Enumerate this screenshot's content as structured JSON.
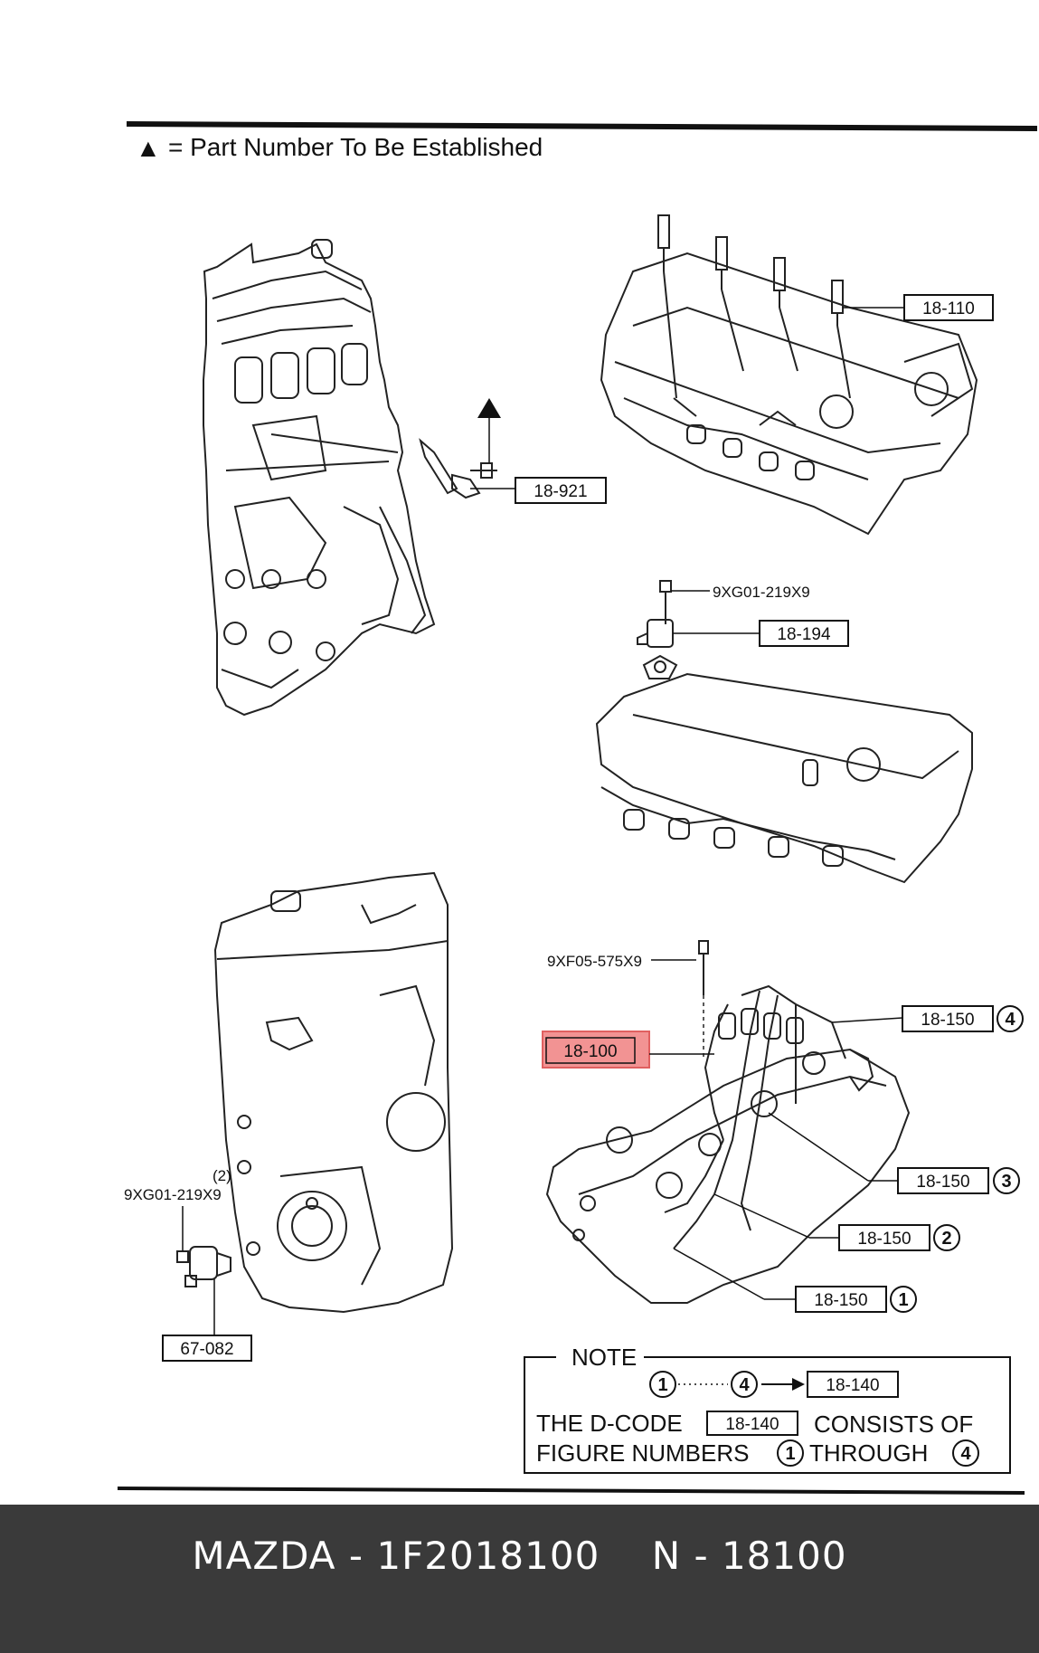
{
  "legend": {
    "symbol": "▲",
    "text": "= Part Number To Be Established"
  },
  "callouts": {
    "c18110": "18-110",
    "c18921": "18-921",
    "c18194": "18-194",
    "p9xg01_top": "9XG01-219X9",
    "p9xf05": "9XF05-575X9",
    "c18100": "18-100",
    "c18150_4": "18-150",
    "c18150_3": "18-150",
    "c18150_2": "18-150",
    "c18150_1": "18-150",
    "qty_2": "(2)",
    "p9xg01_left": "9XG01-219X9",
    "c67082": "67-082"
  },
  "figure_numbers": {
    "f1": "1",
    "f2": "2",
    "f3": "3",
    "f4": "4"
  },
  "note": {
    "title": "NOTE",
    "range_code": "18-140",
    "line1_prefix": "THE D-CODE",
    "line1_code": "18-140",
    "line1_suffix": "CONSISTS OF",
    "line2_prefix": "FIGURE NUMBERS",
    "line2_mid": "THROUGH",
    "n1": "1",
    "n4": "4"
  },
  "highlight": {
    "label": "18-100",
    "color": "#f08080"
  },
  "footer": {
    "text": "MAZDA - 1F2018100    N - 18100"
  }
}
